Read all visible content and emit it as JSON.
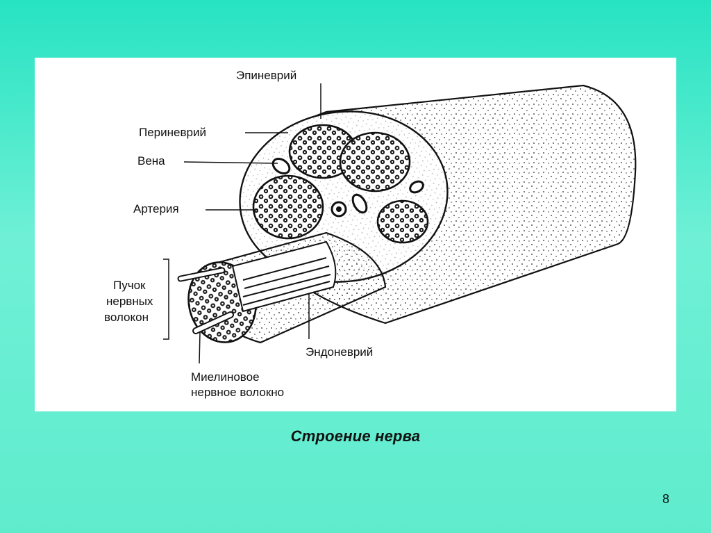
{
  "diagram": {
    "labels": {
      "epineurium": "Эпиневрий",
      "perineurium": "Периневрий",
      "vein": "Вена",
      "artery": "Артерия",
      "bundle_line1": "Пучок",
      "bundle_line2": "нервных",
      "bundle_line3": "волокон",
      "endoneurium": "Эндоневрий",
      "myelin_line1": "Миелиновое",
      "myelin_line2": "нервное волокно"
    }
  },
  "caption": "Строение нерва",
  "page_number": "8"
}
